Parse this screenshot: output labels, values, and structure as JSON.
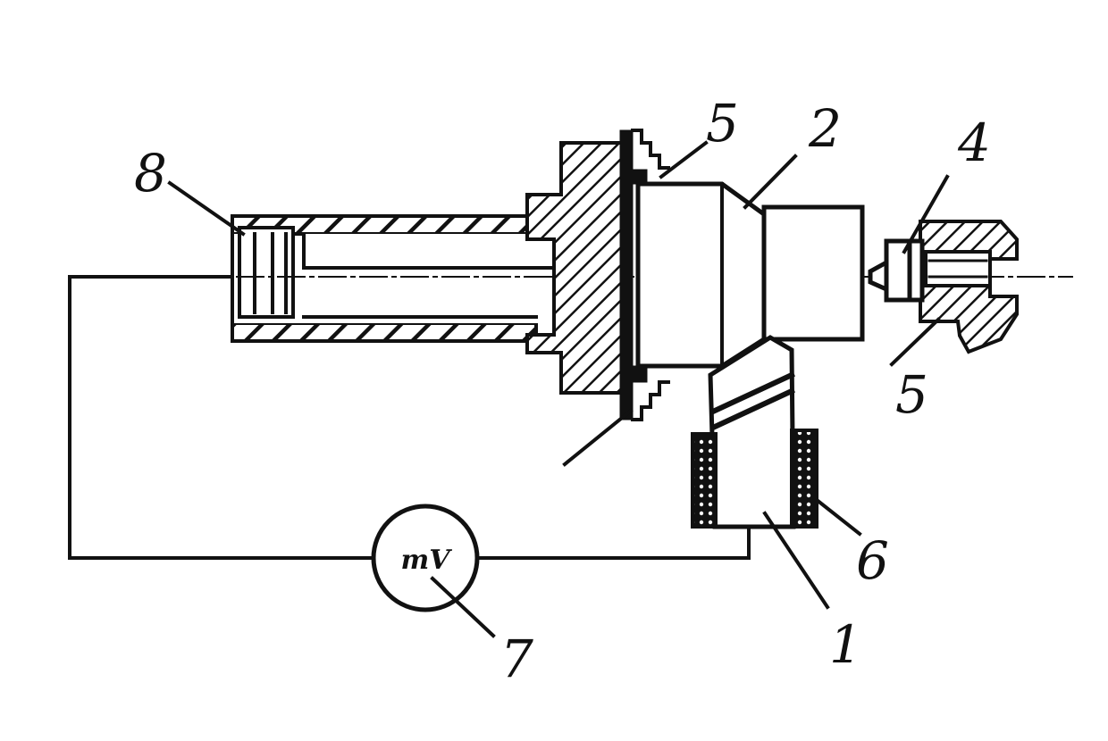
{
  "diagram": {
    "labels": {
      "l1": "1",
      "l2": "2",
      "l4": "4",
      "l5_top": "5",
      "l5_right": "5",
      "l6": "6",
      "l7": "7",
      "l8": "8"
    },
    "meter": {
      "symbol": "mV"
    },
    "colors": {
      "ink": "#111111",
      "paper": "#ffffff"
    }
  }
}
